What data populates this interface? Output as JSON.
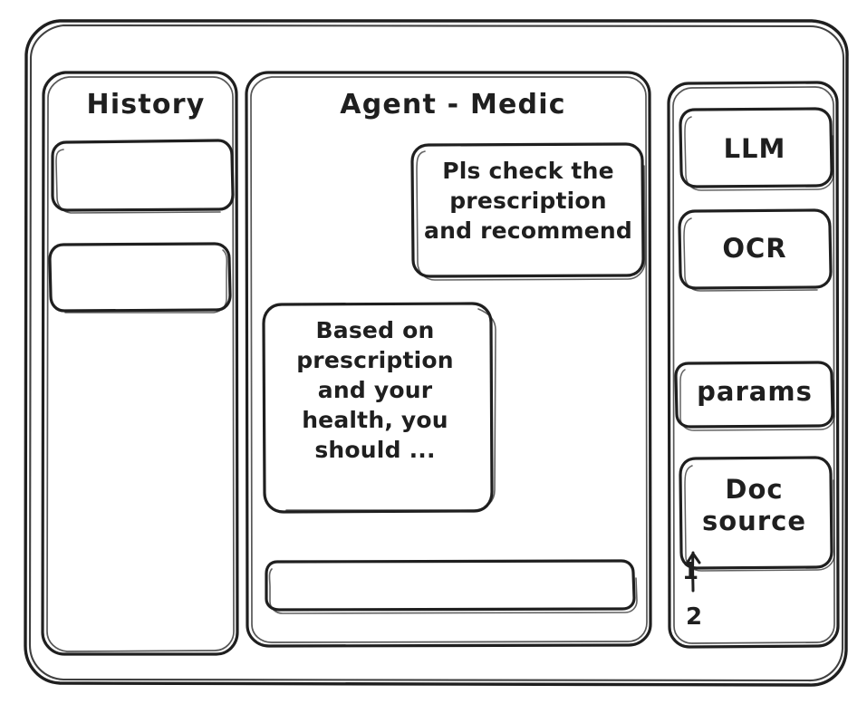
{
  "window": {
    "style": "hand-drawn-wireframe",
    "stroke_color": "#1f1f1f",
    "background_color": "#ffffff"
  },
  "sidebar_left": {
    "title": "History",
    "items": [
      {
        "label": ""
      },
      {
        "label": ""
      }
    ]
  },
  "main": {
    "title": "Agent - Medic",
    "messages": [
      {
        "role": "user",
        "align": "right",
        "text": "Pls check the\nprescription\nand recommend"
      },
      {
        "role": "assistant",
        "align": "left",
        "text": "Based on\nprescription\nand your\nhealth, you\nshould ..."
      }
    ],
    "composer": {
      "value": "",
      "placeholder": ""
    }
  },
  "sidebar_right": {
    "buttons": [
      {
        "label": "LLM"
      },
      {
        "label": "OCR"
      },
      {
        "label": "params"
      }
    ],
    "doc_source": {
      "label": "Doc\nsource",
      "items": [
        {
          "label": "1"
        },
        {
          "label": "2"
        }
      ]
    }
  }
}
